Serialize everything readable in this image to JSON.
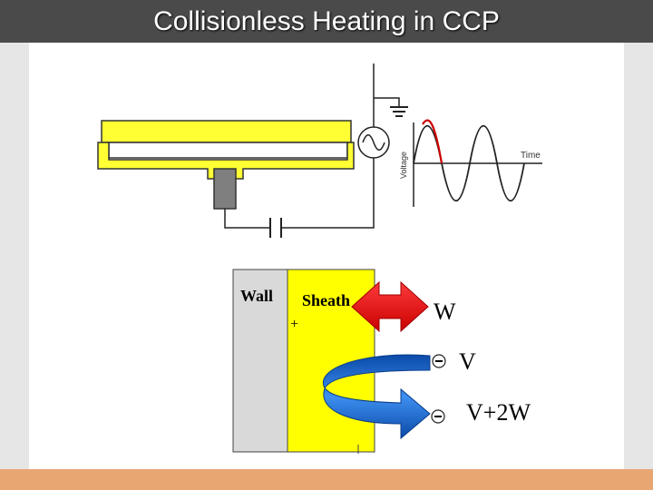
{
  "slide": {
    "title": "Collisionless Heating in CCP"
  },
  "circuit": {
    "axis_y_label": "Voltage",
    "axis_x_label": "Time"
  },
  "sheath": {
    "wall_label": "Wall",
    "sheath_label": "Sheath",
    "plus_sign": "+",
    "minus_sign_1": "-",
    "minus_sign_2": "-",
    "label_w": "W",
    "label_v": "V",
    "label_v2w": "V+2W"
  },
  "colors": {
    "title_bar": "#4a4a4a",
    "electrode_yellow": "#ffff33",
    "sheath_yellow": "#ffff00",
    "wall_gray": "#d9d9d9",
    "arrow_red": "#ff0000",
    "arrow_blue": "#1f6fd1",
    "sine_red": "#cc0000",
    "bottom_bar": "#e8a673"
  }
}
